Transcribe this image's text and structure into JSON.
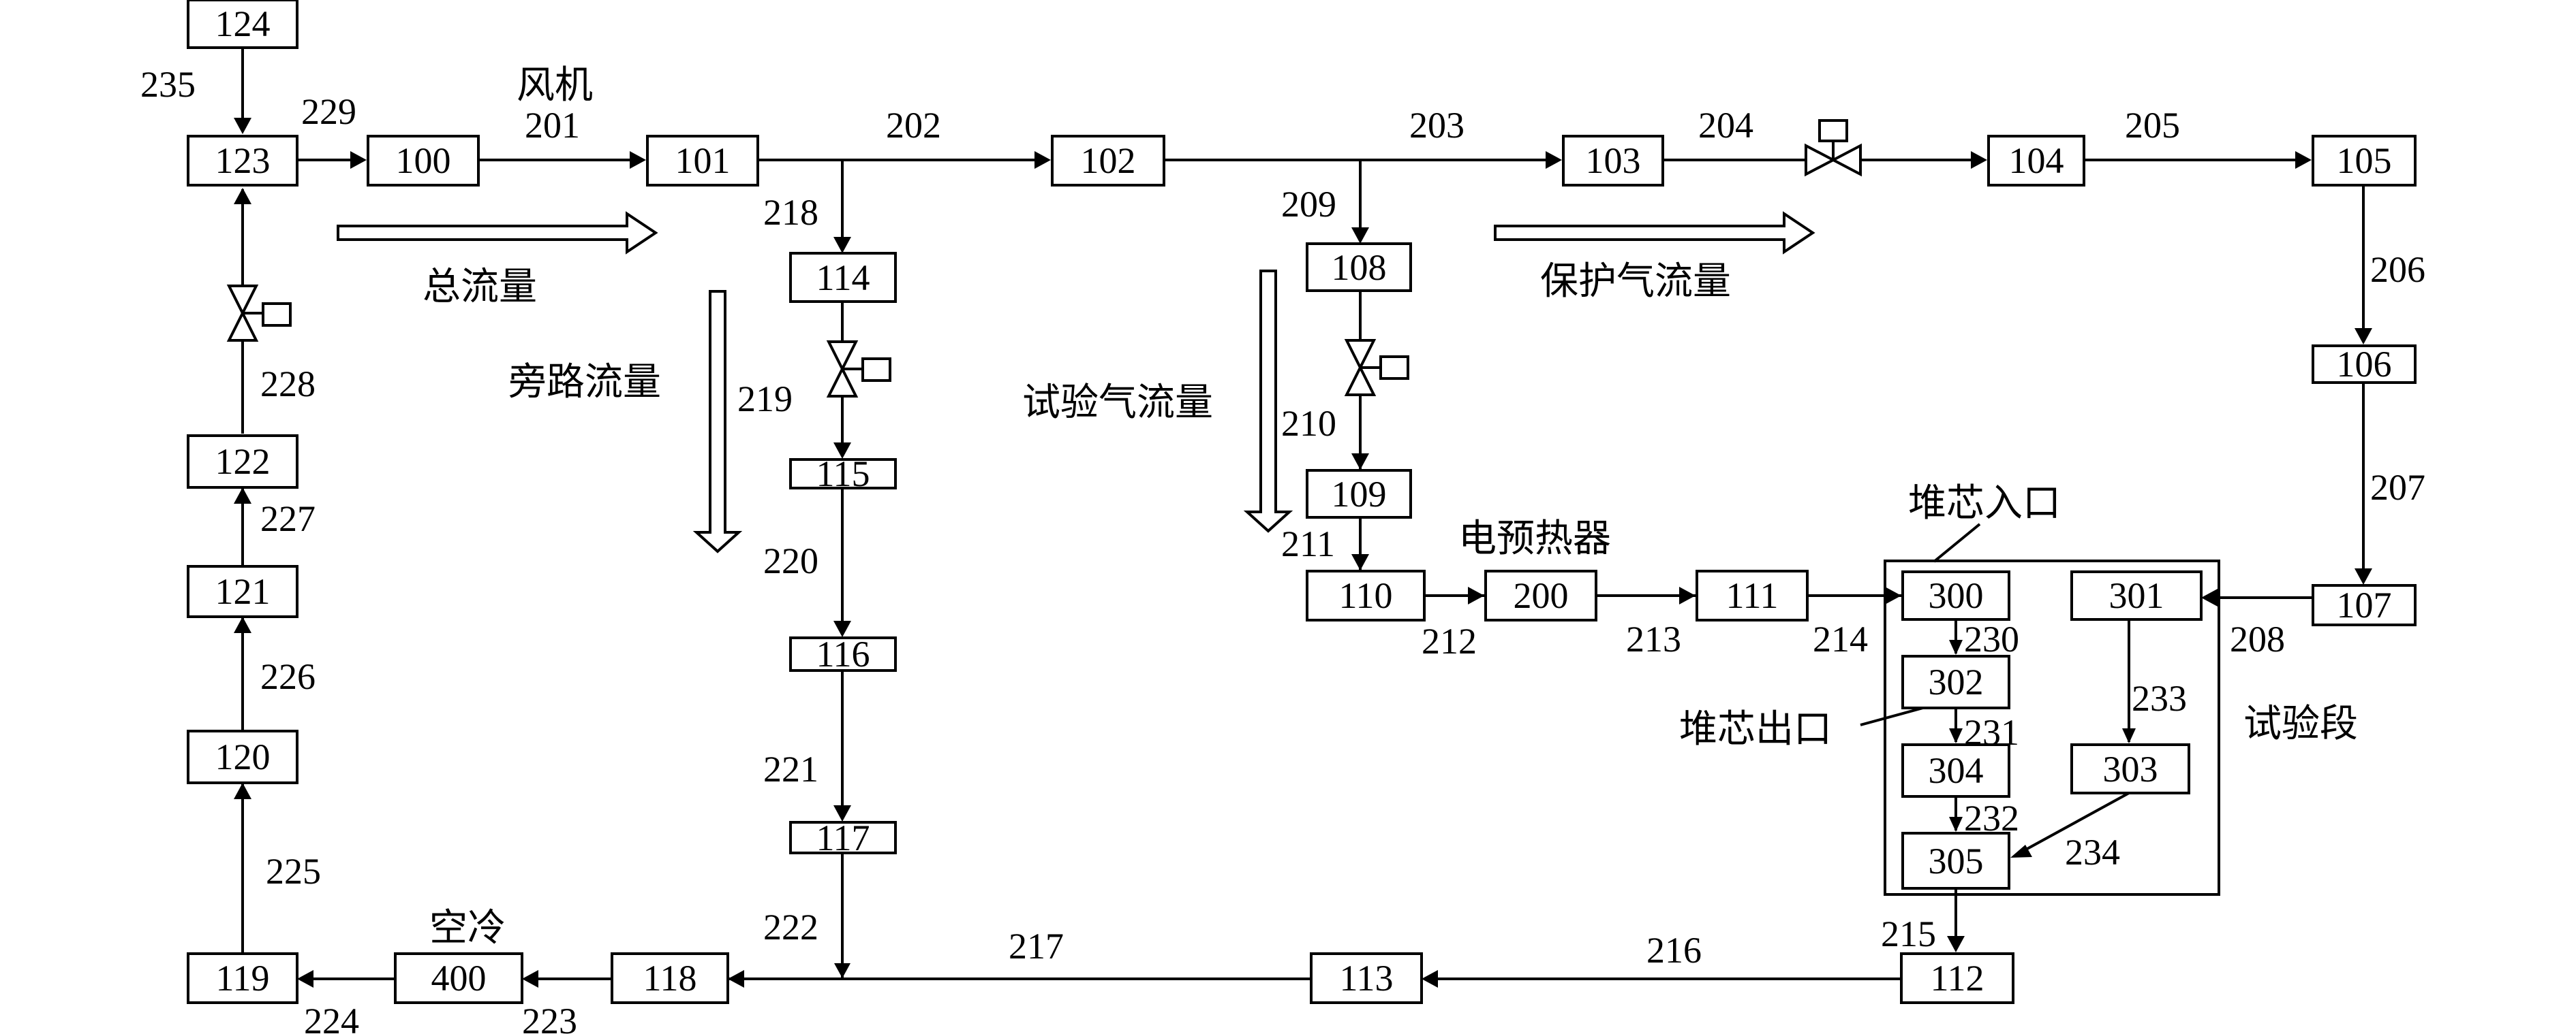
{
  "nodes": {
    "n100": "100",
    "n101": "101",
    "n102": "102",
    "n103": "103",
    "n104": "104",
    "n105": "105",
    "n106": "106",
    "n107": "107",
    "n108": "108",
    "n109": "109",
    "n110": "110",
    "n111": "111",
    "n112": "112",
    "n113": "113",
    "n114": "114",
    "n115": "115",
    "n116": "116",
    "n117": "117",
    "n118": "118",
    "n119": "119",
    "n120": "120",
    "n121": "121",
    "n122": "122",
    "n123": "123",
    "n124": "124",
    "n200": "200",
    "n300": "300",
    "n301": "301",
    "n302": "302",
    "n303": "303",
    "n304": "304",
    "n305": "305",
    "n400": "400"
  },
  "lines": {
    "l201": "201",
    "l202": "202",
    "l203": "203",
    "l204": "204",
    "l205": "205",
    "l206": "206",
    "l207": "207",
    "l208": "208",
    "l209": "209",
    "l210": "210",
    "l211": "211",
    "l212": "212",
    "l213": "213",
    "l214": "214",
    "l215": "215",
    "l216": "216",
    "l217": "217",
    "l218": "218",
    "l219": "219",
    "l220": "220",
    "l221": "221",
    "l222": "222",
    "l223": "223",
    "l224": "224",
    "l225": "225",
    "l226": "226",
    "l227": "227",
    "l228": "228",
    "l229": "229",
    "l230": "230",
    "l231": "231",
    "l232": "232",
    "l233": "233",
    "l234": "234",
    "l235": "235"
  },
  "labels": {
    "fan": "风机",
    "total_flow": "总流量",
    "bypass_flow": "旁路流量",
    "test_gas_flow": "试验气流量",
    "protect_gas_flow": "保护气流量",
    "electric_preheater": "电预热器",
    "core_inlet": "堆芯入口",
    "core_outlet": "堆芯出口",
    "test_section": "试验段",
    "air_cooling": "空冷"
  }
}
